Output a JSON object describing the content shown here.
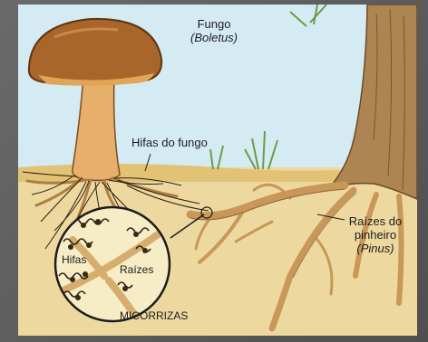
{
  "labels": {
    "fungus_name": "Fungo",
    "fungus_species": "(Boletus)",
    "fungal_hyphae": "Hifas do fungo",
    "pine_roots_line1": "Raízes do",
    "pine_roots_line2": "pinheiro",
    "pine_species": "(Pinus)",
    "inset_hyphae": "Hifas",
    "inset_roots": "Raízes",
    "inset_title": "MICORRIZAS"
  },
  "colors": {
    "sky": "#d4ebf4",
    "soil": "#edd9a0",
    "soil_top": "#e2c274",
    "cap": "#a8662a",
    "stem": "#e6b06a",
    "roots": "#c99758",
    "tree": "#ad8452",
    "hyphae": "#2a2014",
    "grass": "#6e9a4a",
    "background": "#5e5e5e"
  }
}
